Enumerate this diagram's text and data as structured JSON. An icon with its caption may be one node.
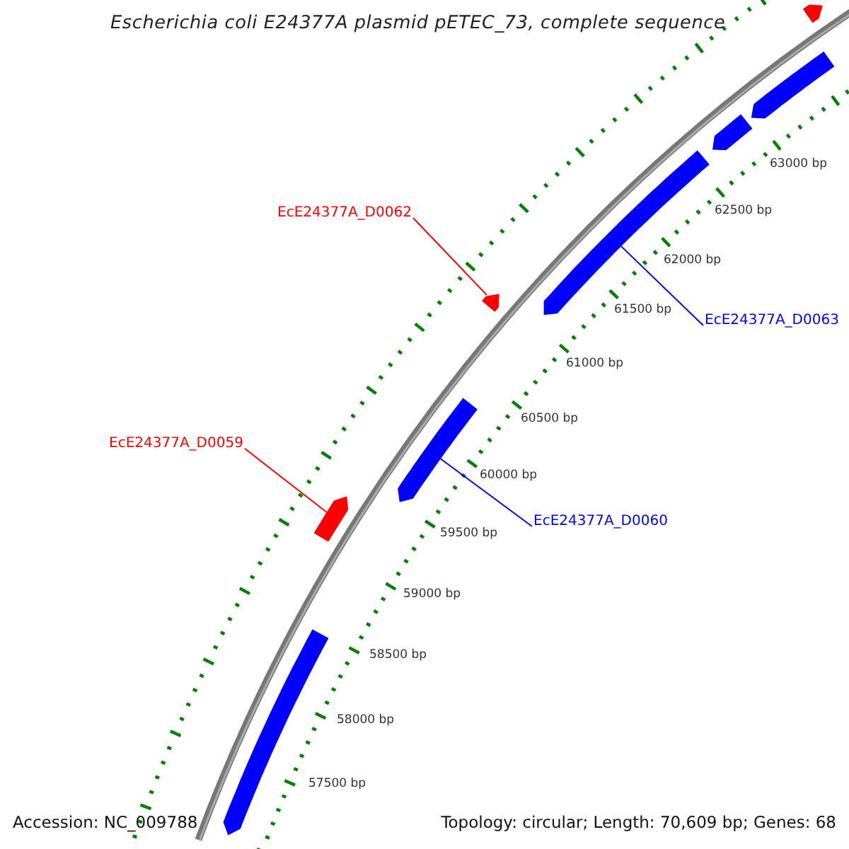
{
  "diagram": {
    "title": "Escherichia coli E24377A plasmid pETEC_73, complete sequence",
    "nodes": [
      {
        "text": [],
        "shape": "arrow"
      },
      {
        "text": [],
        "shape": "arrow"
      },
      {
        "text": [],
        "shape": "arrow"
      },
      {
        "text": [],
        "shape": "arrow"
      },
      {
        "text": [
          "EcE24377A_D0062"
        ]
      },
      {
        "text": [],
        "shape": "arrow"
      },
      {
        "text": [
          "EcE24377A_D0063"
        ]
      },
      {
        "text": [],
        "shape": "arrow"
      },
      {
        "text": [
          "EcE24377A_D0059"
        ]
      },
      {
        "text": [],
        "shape": "arrow"
      },
      {
        "text": [
          "EcE24377A_D0060"
        ]
      },
      {
        "text": [],
        "shape": "arrow"
      }
    ],
    "edges": [
      {
        "from": 4,
        "to": 5,
        "arrow": "none",
        "color": "#ff0000"
      },
      {
        "from": 6,
        "to": 3,
        "arrow": "none",
        "color": "#0000ff"
      },
      {
        "from": 8,
        "to": 9,
        "arrow": "none",
        "color": "#ff0000"
      },
      {
        "from": 10,
        "to": 7,
        "arrow": "none",
        "color": "#0000ff"
      }
    ],
    "labels": [
      "63000 bp",
      "62500 bp",
      "62000 bp",
      "61500 bp",
      "61000 bp",
      "60500 bp",
      "60000 bp",
      "59500 bp",
      "59000 bp",
      "58500 bp",
      "58000 bp",
      "57500 bp",
      "Accession: NC_009788",
      "Topology: circular; Length: 70,609 bp; Genes: 68"
    ]
  }
}
